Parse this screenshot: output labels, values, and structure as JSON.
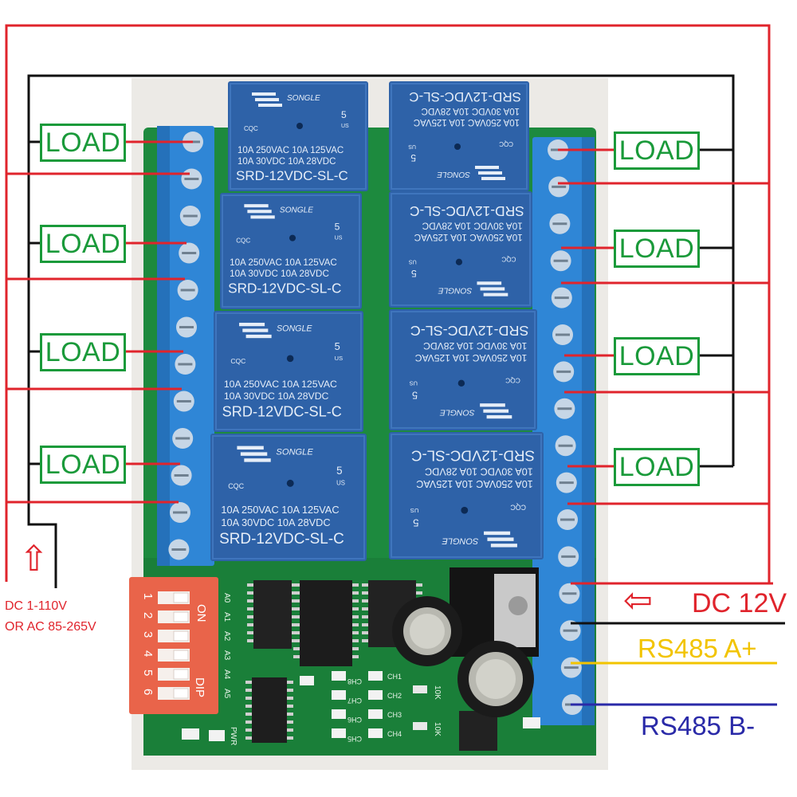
{
  "relay": {
    "brand": "SONGLE",
    "spec1": "10A 250VAC  10A 125VAC",
    "spec2": "10A  30VDC  10A  28VDC",
    "model": "SRD-12VDC-SL-C",
    "pin_count": "5",
    "pin_us": "US",
    "cqc": "CQC"
  },
  "loads": [
    "LOAD",
    "LOAD",
    "LOAD",
    "LOAD",
    "LOAD",
    "LOAD",
    "LOAD",
    "LOAD"
  ],
  "power_in": {
    "arrow": "⇧",
    "line1": "DC 1-110V",
    "line2": "OR AC 85-265V"
  },
  "supply": {
    "arrow": "⇦",
    "label": "DC 12V"
  },
  "rs485_a": "RS485 A+",
  "rs485_b": "RS485 B-",
  "dip": {
    "on": "ON",
    "label": "DIP",
    "numbers": [
      "1",
      "2",
      "3",
      "4",
      "5",
      "6"
    ],
    "addr": [
      "A0",
      "A1",
      "A2",
      "A3",
      "A4",
      "A5"
    ]
  },
  "board": {
    "channels": [
      "CH8",
      "CH7",
      "CH6",
      "CH5",
      "CH1",
      "CH2",
      "CH3",
      "CH4"
    ],
    "pwr": "PWR",
    "r10k": "10K"
  },
  "colors": {
    "red_wire": "#e0242c",
    "black_wire": "#111111",
    "load_green": "#1a9a3a",
    "rs485_a": "#f2c400",
    "rs485_b": "#2a2aa8",
    "pcb": "#1d8a3e",
    "terminal_blue": "#2f86d6",
    "relay_blue": "#2e62a8"
  }
}
